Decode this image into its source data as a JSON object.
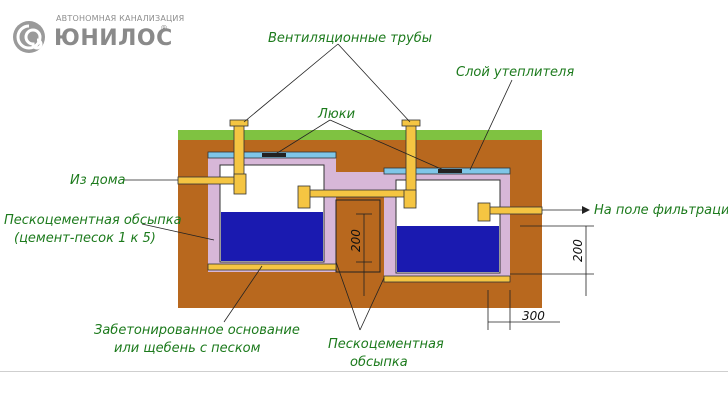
{
  "logo": {
    "tagline": "АВТОНОМНАЯ КАНАЛИЗАЦИЯ",
    "name": "ЮНИЛОС",
    "reg": "®"
  },
  "labels": {
    "vent_pipes": "Вентиляционные трубы",
    "insulation": "Слой утеплителя",
    "hatches": "Люки",
    "from_house": "Из дома",
    "to_field": "На поле фильтрации",
    "sand_cement_1": "Пескоцементная обсыпка",
    "sand_cement_1b": "(цемент-песок 1 к 5)",
    "concrete_base_1": "Забетонированное основание",
    "concrete_base_2": "или щебень с песком",
    "sand_cement_2a": "Пескоцементная",
    "sand_cement_2b": "обсыпка"
  },
  "dimensions": {
    "left_tank_height": "200",
    "right_tank_height": "200",
    "offset": "300"
  },
  "colors": {
    "soil": "#b8681e",
    "grass": "#7fc241",
    "backfill": "#d7b7d8",
    "water": "#1a1ab0",
    "pipe": "#f5c542",
    "insulation": "#7fc6e8",
    "label": "#1c7a1c"
  }
}
